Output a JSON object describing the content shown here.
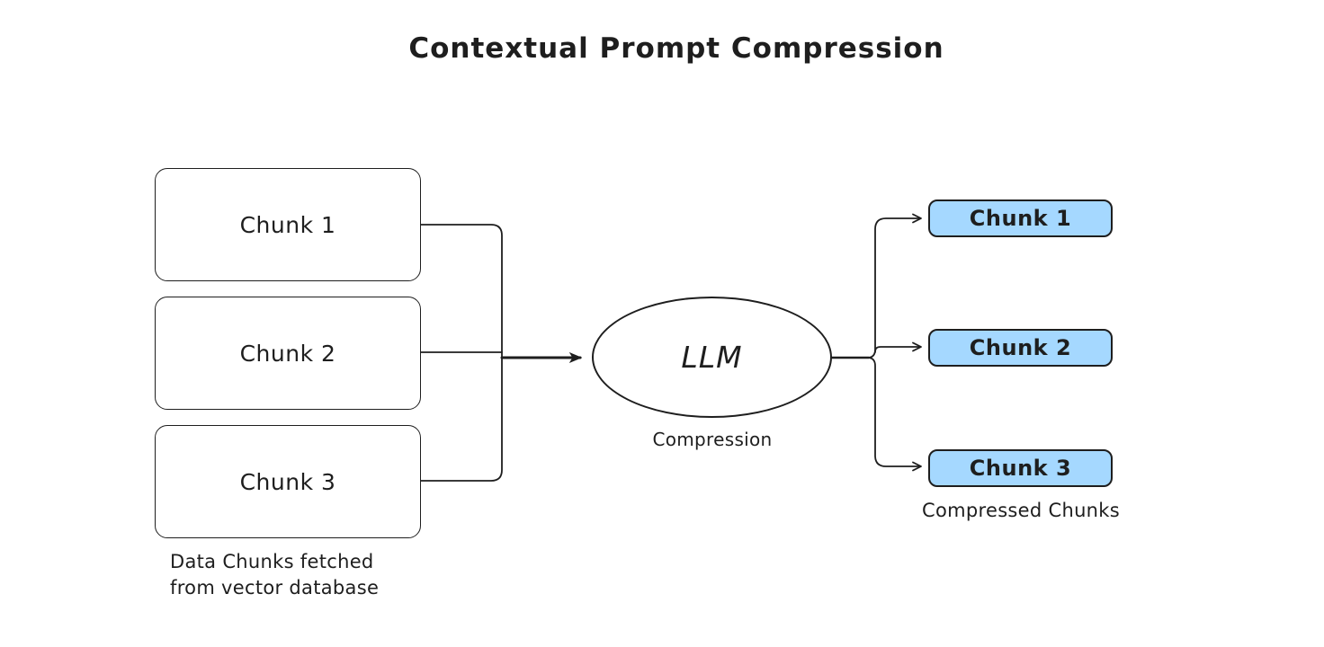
{
  "title": "Contextual Prompt Compression",
  "source_chunks": {
    "items": [
      {
        "label": "Chunk 1"
      },
      {
        "label": "Chunk 2"
      },
      {
        "label": "Chunk 3"
      }
    ],
    "caption": "Data Chunks fetched\nfrom vector database"
  },
  "llm_node": {
    "label": "LLM",
    "caption": "Compression"
  },
  "compressed_chunks": {
    "items": [
      {
        "label": "Chunk 1"
      },
      {
        "label": "Chunk 2"
      },
      {
        "label": "Chunk 3"
      }
    ],
    "caption": "Compressed Chunks"
  },
  "colors": {
    "stroke": "#1e1e1e",
    "chunk_fill": "#a5d8ff",
    "background": "#ffffff"
  }
}
